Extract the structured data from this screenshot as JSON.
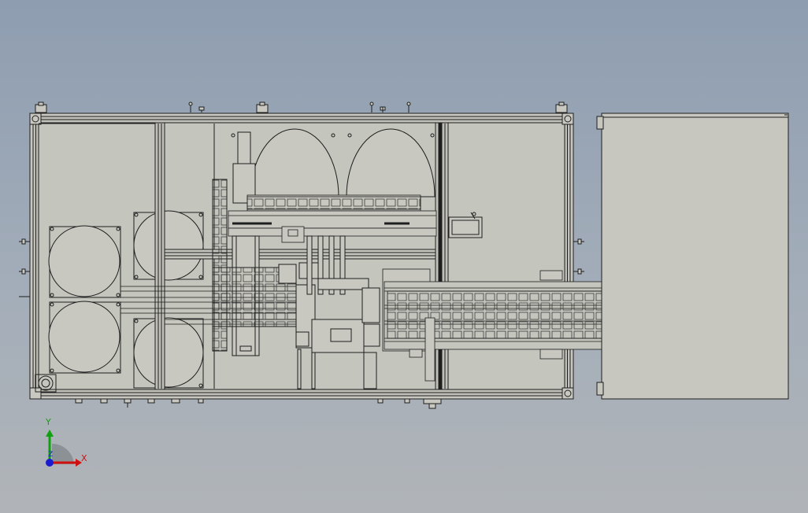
{
  "viewport": {
    "background_top": "#8e9db0",
    "background_bottom": "#b0b4b8",
    "part_fill": "#c8c8c0",
    "line_color": "#1e1e1e"
  },
  "triad": {
    "x_label": "X",
    "y_label": "Y",
    "z_label": "Z",
    "x_color": "#d01010",
    "y_color": "#10a010",
    "z_color": "#1a1ad0"
  }
}
